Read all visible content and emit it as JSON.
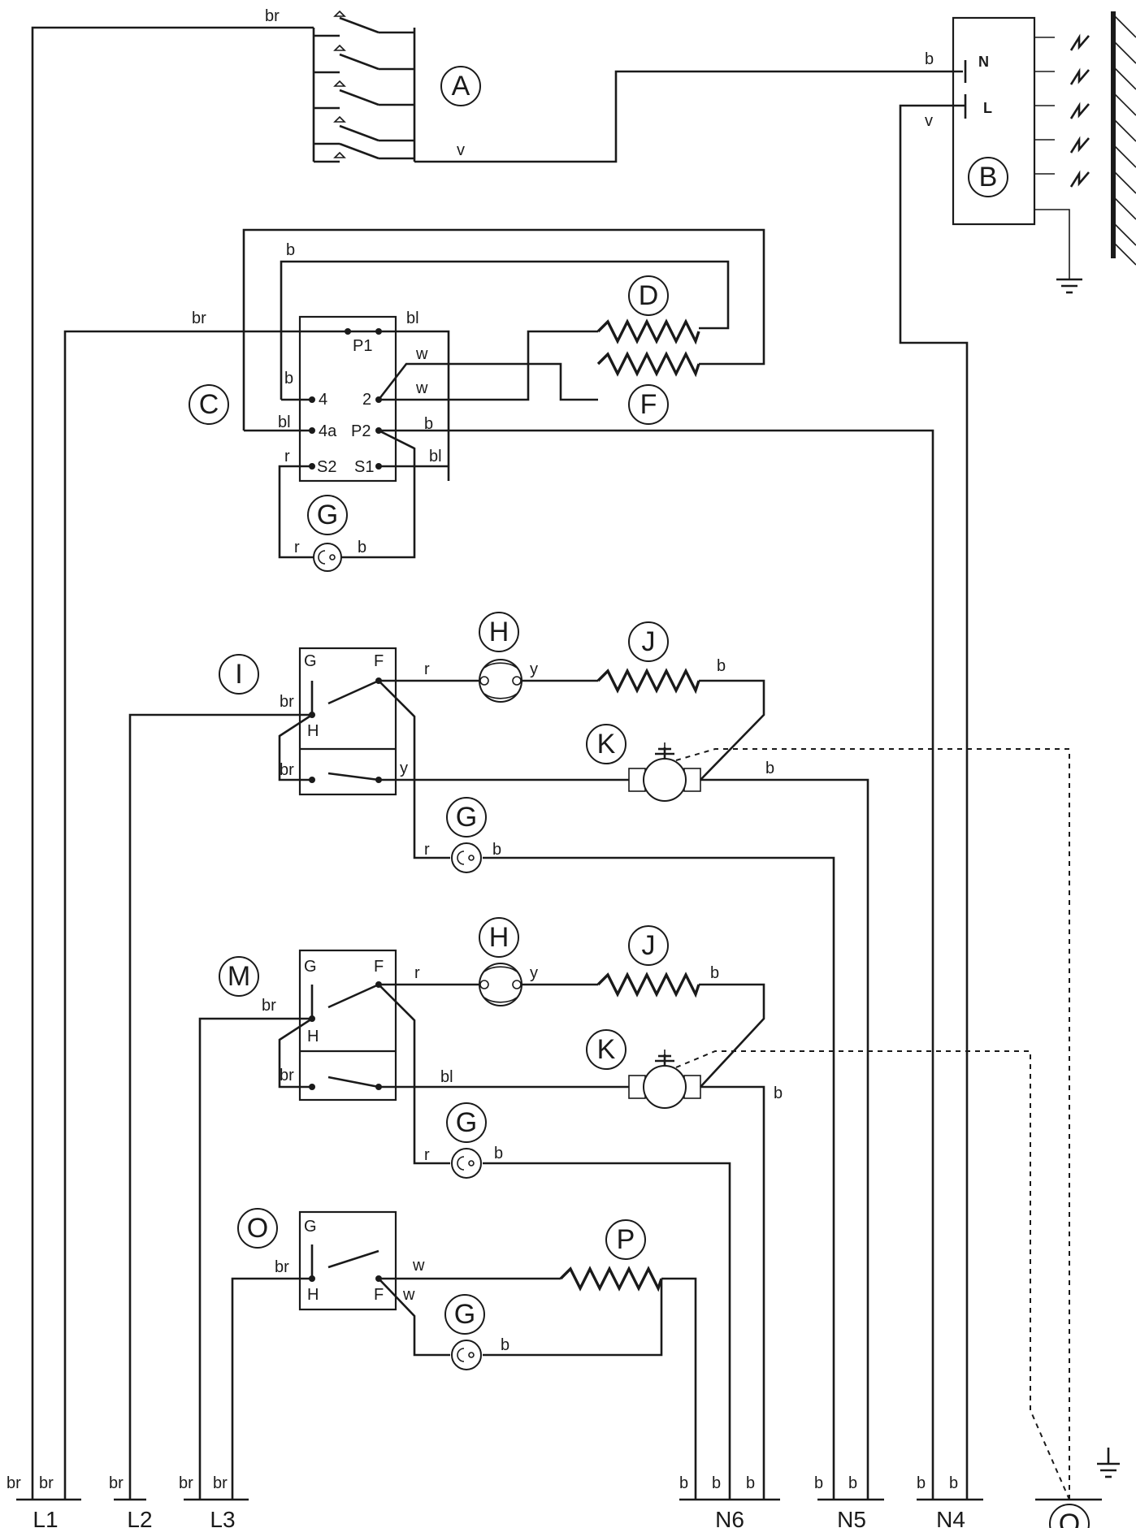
{
  "components": [
    "A",
    "B",
    "C",
    "D",
    "F",
    "G",
    "H",
    "I",
    "J",
    "K",
    "M",
    "O",
    "P",
    "Q"
  ],
  "terminals": [
    "L1",
    "L2",
    "L3",
    "N6",
    "N5",
    "N4"
  ],
  "wire_codes": [
    "br",
    "b",
    "bl",
    "w",
    "r",
    "y",
    "v"
  ],
  "pins": {
    "C": [
      "P1",
      "4",
      "2",
      "4a",
      "P2",
      "S2",
      "S1"
    ],
    "switch": [
      "G",
      "F",
      "H"
    ],
    "B": [
      "N",
      "L"
    ]
  },
  "icons": [
    "ground-icon",
    "wall-hatch-icon",
    "lamp-icon",
    "heater-icon",
    "valve-icon"
  ]
}
